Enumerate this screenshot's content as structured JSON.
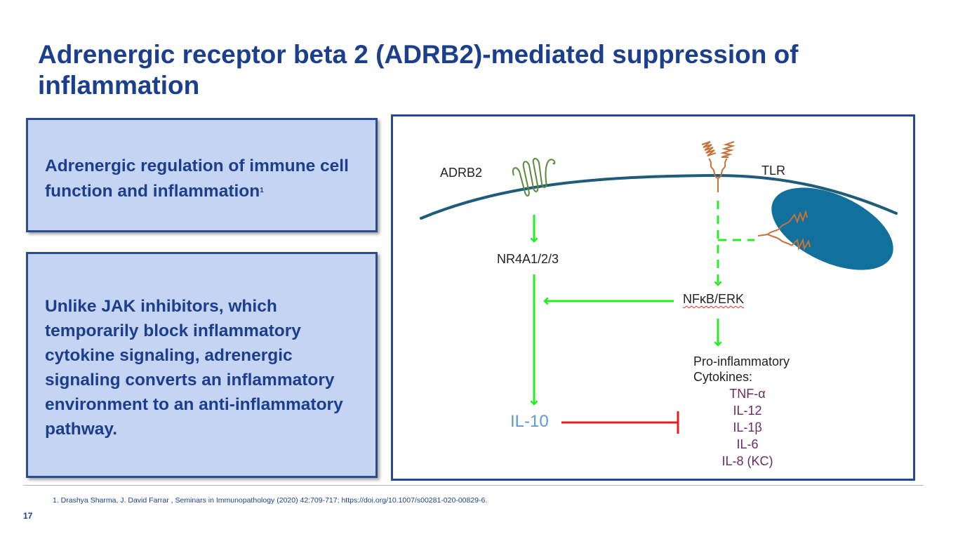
{
  "slide": {
    "title": "Adrenergic receptor beta 2 (ADRB2)-mediated suppression of inflammation",
    "page_number": "17"
  },
  "cards": [
    {
      "text": "Adrenergic regulation of immune cell function and inflammation",
      "superscript": "1"
    },
    {
      "text": "Unlike JAK inhibitors, which temporarily block inflammatory cytokine signaling, adrenergic signaling converts an inflammatory environment to an anti-inflammatory pathway."
    }
  ],
  "diagram": {
    "labels": {
      "adrb2": "ADRB2",
      "tlr": "TLR",
      "nr4a": "NR4A1/2/3",
      "nfkb": "NFκB/ERK",
      "pro_inflammatory": "Pro-inflammatory",
      "cytokines_heading": "Cytokines:",
      "il10": "IL-10"
    },
    "cytokines": [
      "TNF-α",
      "IL-12",
      "IL-1β",
      "IL-6",
      "IL-8 (KC)"
    ],
    "colors": {
      "membrane": "#1f5c7a",
      "cell_body": "#12709c",
      "receptor_adrb2": "#5a8a3a",
      "receptor_tlr": "#c8703a",
      "activation_arrow": "#22ee22",
      "inhibition": "#e02020",
      "il10_text": "#5b9bd5",
      "cytokine_text": "#6a2a66"
    }
  },
  "footnote": "1. Drashya Sharma, J. David Farrar , Seminars in Immunopathology (2020) 42:709-717; https://doi.org/10.1007/s00281-020-00829-6."
}
